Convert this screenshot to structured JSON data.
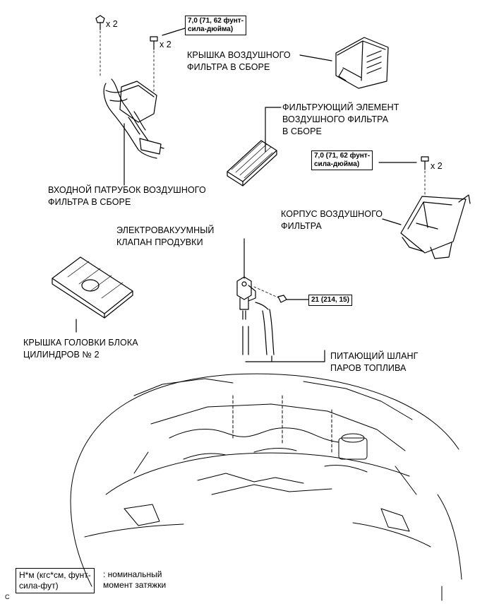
{
  "parts": {
    "upper_cover": "КРЫШКА ВОЗДУШНОГО\nФИЛЬТРА В СБОРЕ",
    "element": "ФИЛЬТРУЮЩИЙ ЭЛЕМЕНТ\nВОЗДУШНОГО ФИЛЬТРА\nВ СБОРЕ",
    "inlet": "ВХОДНОЙ ПАТРУБОК ВОЗДУШНОГО\nФИЛЬТРА В СБОРЕ",
    "case": "КОРПУС ВОЗДУШНОГО\nФИЛЬТРА",
    "vsv": "ЭЛЕКТРОВАКУУМНЫЙ\nКЛАПАН ПРОДУВКИ",
    "head_cover": "КРЫШКА ГОЛОВКИ БЛОКА\nЦИЛИНДРОВ № 2",
    "hose": "ПИТАЮЩИЙ ШЛАНГ\nПАРОВ ТОПЛИВА"
  },
  "torques": {
    "t1": "7,0 (71, 62 фунт-\nсила-дюйма)",
    "t2": "7,0 (71, 62 фунт-\nсила-дюйма)",
    "t3": "21 (214, 15)"
  },
  "quantities": {
    "q1": "x 2",
    "q2": "x 2",
    "q3": "x 2"
  },
  "legend": {
    "box": "Н*м (кгс*см, фунт-\nсила-фут)",
    "desc": ": номинальный\nмомент затяжки"
  },
  "corner_mark": "C"
}
